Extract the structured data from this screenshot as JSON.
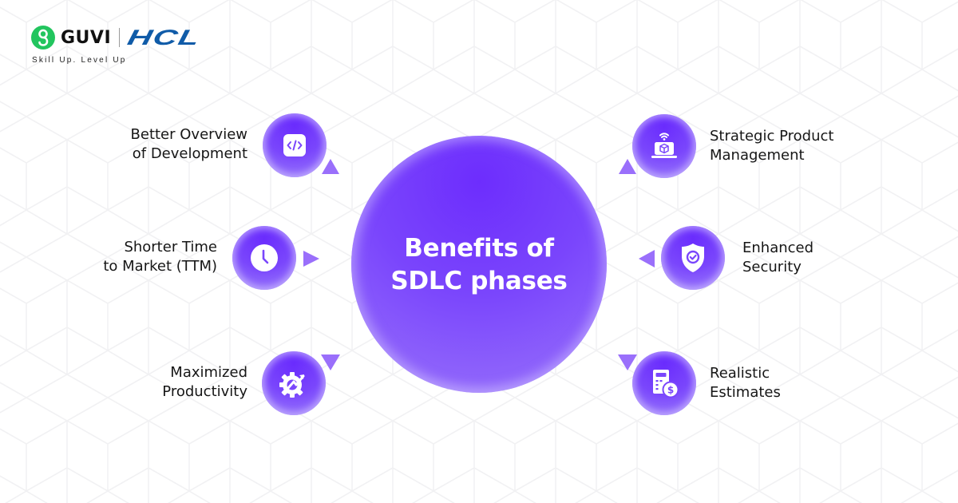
{
  "brand": {
    "name": "GUVI",
    "partner": "HCL",
    "tagline": "Skill Up. Level Up",
    "colors": {
      "guvi_green": "#22c55e",
      "hcl_blue": "#0f5ba8"
    }
  },
  "hub": {
    "title_line1": "Benefits of",
    "title_line2": "SDLC phases",
    "color": "#7a45fc"
  },
  "benefits": [
    {
      "id": "overview",
      "line1": "Better Overview",
      "line2": "of Development",
      "icon": "code-window-icon",
      "side": "left",
      "pointer": "up"
    },
    {
      "id": "ttm",
      "line1": "Shorter Time",
      "line2": "to Market (TTM)",
      "icon": "clock-icon",
      "side": "left",
      "pointer": "right"
    },
    {
      "id": "productivity",
      "line1": "Maximized",
      "line2": "Productivity",
      "icon": "gear-growth-icon",
      "side": "left",
      "pointer": "down"
    },
    {
      "id": "product",
      "line1": "Strategic Product",
      "line2": "Management",
      "icon": "laptop-box-wifi-icon",
      "side": "right",
      "pointer": "up"
    },
    {
      "id": "security",
      "line1": "Enhanced",
      "line2": "Security",
      "icon": "shield-check-icon",
      "side": "right",
      "pointer": "left"
    },
    {
      "id": "estimates",
      "line1": "Realistic",
      "line2": "Estimates",
      "icon": "calculator-dollar-icon",
      "side": "right",
      "pointer": "down"
    }
  ],
  "accent": {
    "node_purple": "#7a46fc",
    "pointer_purple": "#9a6ffb"
  }
}
